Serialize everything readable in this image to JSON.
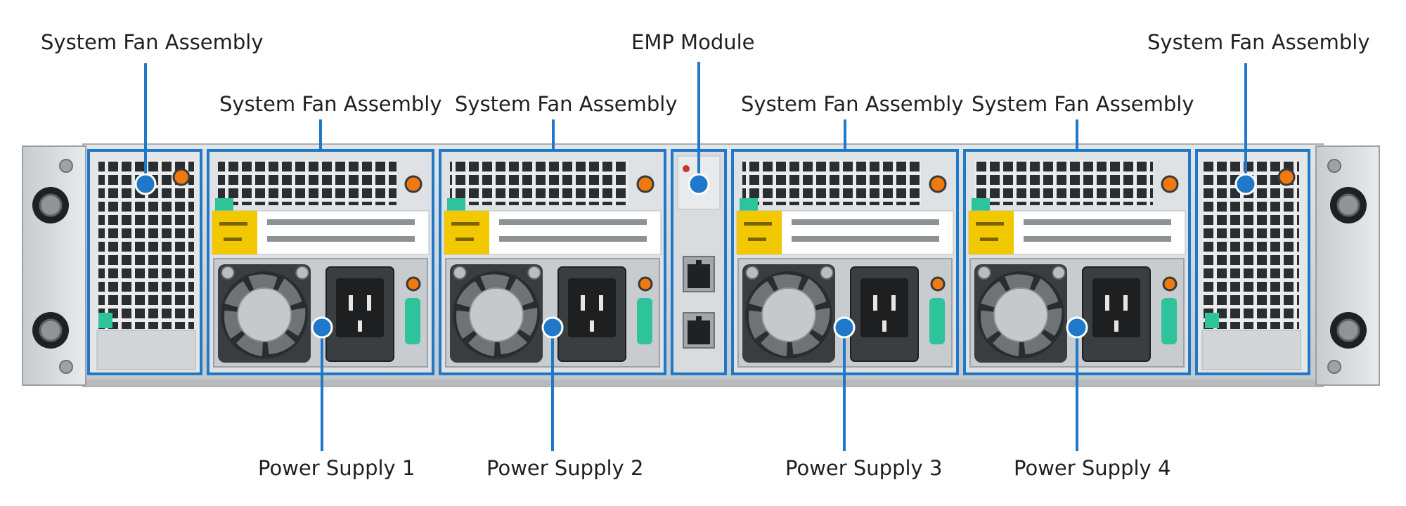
{
  "callouts": {
    "fan_outer_left": "System Fan Assembly",
    "fan_inner_1": "System Fan Assembly",
    "fan_inner_2": "System Fan Assembly",
    "emp_module": "EMP Module",
    "fan_inner_3": "System Fan Assembly",
    "fan_inner_4": "System Fan Assembly",
    "fan_outer_right": "System Fan Assembly",
    "psu_1": "Power Supply 1",
    "psu_2": "Power Supply 2",
    "psu_3": "Power Supply 3",
    "psu_4": "Power Supply 4"
  },
  "colors": {
    "callout_blue": "#1f78c8",
    "chassis_gray": "#cfd3d6",
    "fan_gray": "#bfc2c4",
    "warning_yellow": "#f2c800",
    "handle_green": "#2ec39a",
    "indicator_orange": "#f07a10"
  },
  "icons": {
    "psu_fan": "fan-icon",
    "power_inlet": "power-inlet-icon",
    "ethernet_port": "ethernet-port-icon",
    "rack_ear": "rack-ear-icon"
  }
}
